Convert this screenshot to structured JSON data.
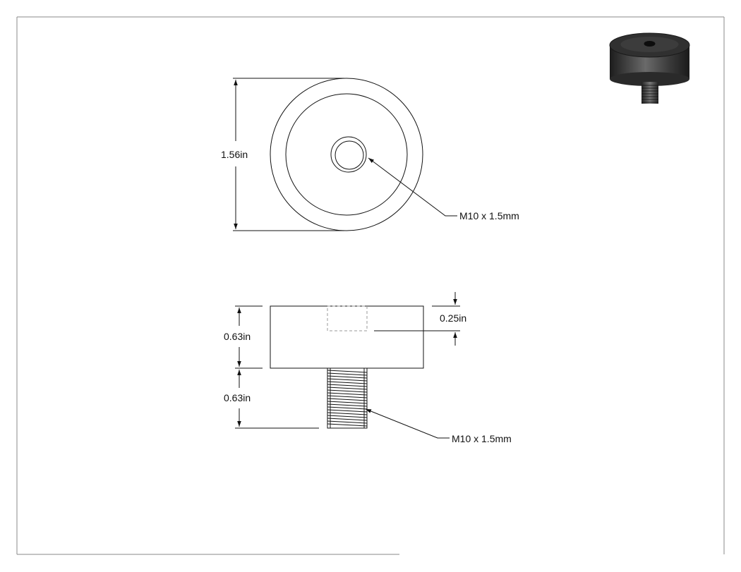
{
  "top_view": {
    "diameter_label": "1.56in",
    "thread_callout": "M10 x 1.5mm"
  },
  "side_view": {
    "body_height_label": "0.63in",
    "stud_length_label": "0.63in",
    "hole_depth_label": "0.25in",
    "stud_thread_callout": "M10 x 1.5mm"
  },
  "colors": {
    "line": "#111111",
    "hidden_line": "#9a9a9a",
    "frame": "#8a8a8a"
  }
}
